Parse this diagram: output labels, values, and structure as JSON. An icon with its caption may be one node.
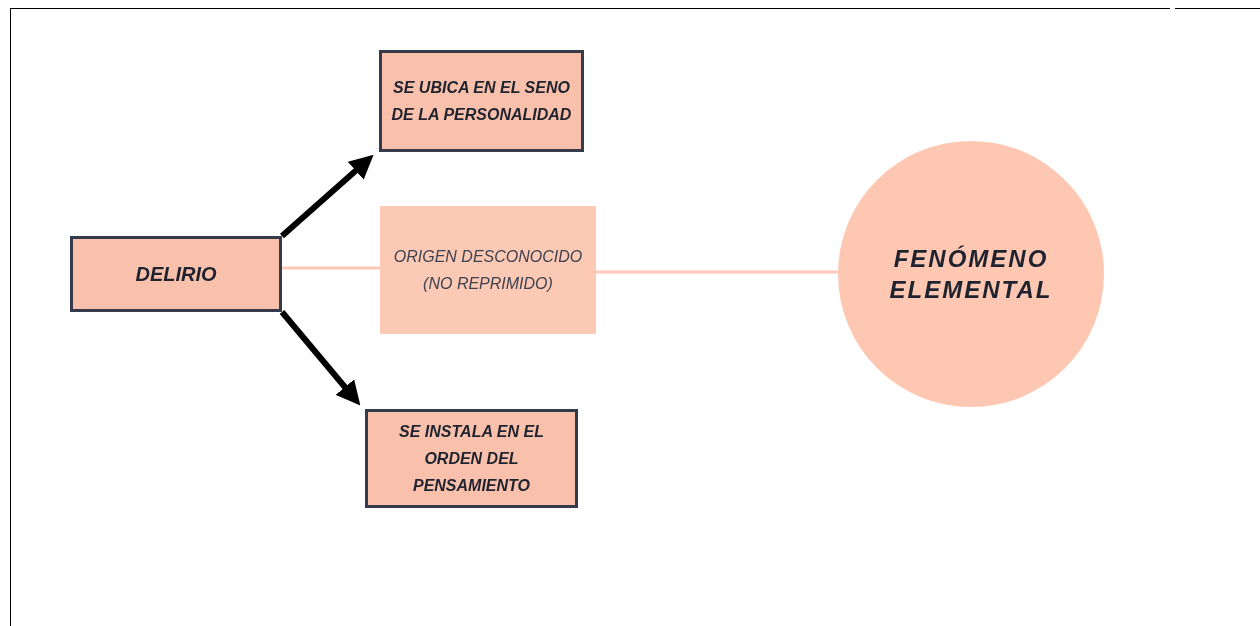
{
  "diagram": {
    "nodes": [
      {
        "text": [
          "DELIRIO"
        ]
      },
      {
        "text": [
          "SE UBICA EN EL SENO DE LA PERSONALIDAD"
        ]
      },
      {
        "text": [
          "SE INSTALA EN EL ORDEN DEL PENSAMIENTO"
        ]
      },
      {
        "text": [
          "ORIGEN DESCONOCIDO (NO REPRIMIDO)"
        ]
      },
      {
        "text": [
          "FENÓMENO ELEMENTAL"
        ]
      }
    ],
    "edges": [
      {
        "from": 0,
        "to": 1,
        "arrow": "to",
        "style": "thick"
      },
      {
        "from": 0,
        "to": 2,
        "arrow": "to",
        "style": "thick"
      },
      {
        "from": 0,
        "to": 3,
        "arrow": "none",
        "color": "#fcc9b5"
      },
      {
        "from": 3,
        "to": 4,
        "arrow": "none",
        "color": "#fcc9b5"
      }
    ]
  }
}
